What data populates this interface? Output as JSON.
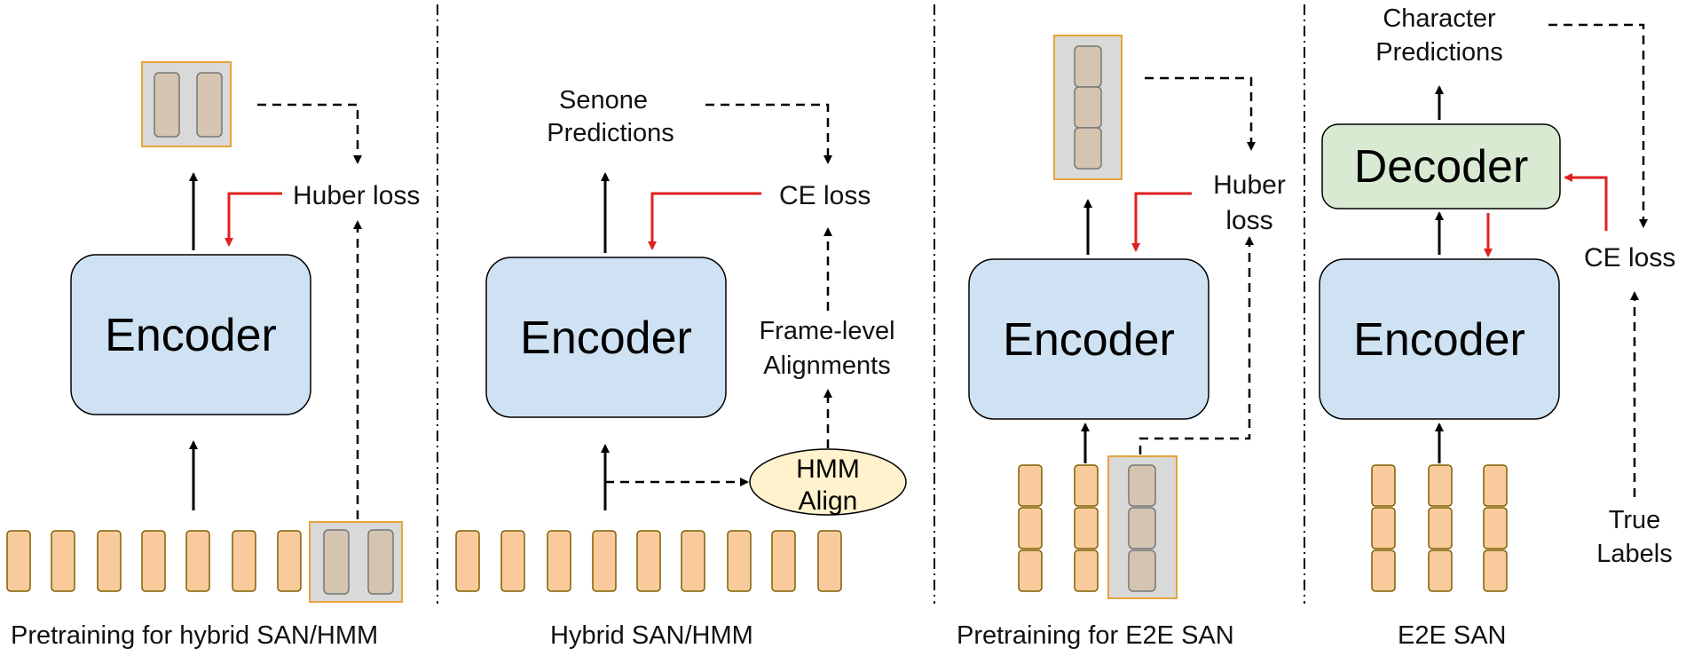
{
  "panels": [
    {
      "caption": "Pretraining for hybrid SAN/HMM",
      "encoder": "Encoder",
      "loss": "Huber loss"
    },
    {
      "caption": "Hybrid SAN/HMM",
      "encoder": "Encoder",
      "loss": "CE loss",
      "predictions": [
        "Senone",
        "Predictions"
      ],
      "alignments": [
        "Frame-level",
        "Alignments"
      ],
      "hmm": [
        "HMM",
        "Align"
      ]
    },
    {
      "caption": "Pretraining for E2E SAN",
      "encoder": "Encoder",
      "loss": [
        "Huber",
        "loss"
      ]
    },
    {
      "caption": "E2E SAN",
      "encoder": "Encoder",
      "decoder": "Decoder",
      "loss": "CE loss",
      "predictions": [
        "Character",
        "Predictions"
      ],
      "labels": [
        "True",
        "Labels"
      ]
    }
  ],
  "colors": {
    "encoder_fill": "#cfe2f3",
    "decoder_fill": "#d9ead3",
    "frame_fill": "#f9cb9c",
    "frame_stroke": "#7f6000",
    "masked_fill": "#d4c4b0",
    "masked_box_fill": "#d9d9d9",
    "masked_box_stroke": "#e6a33c",
    "hmm_fill": "#fff2cc",
    "gradient_arrow": "#e02020",
    "arrow": "#000000"
  }
}
